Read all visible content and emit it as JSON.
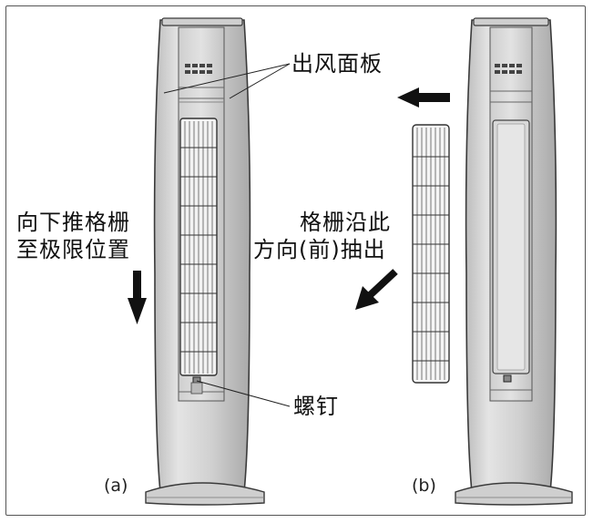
{
  "labels": {
    "outlet_panel": "出风面板",
    "push_grille_line1": "向下推格栅",
    "push_grille_line2": "至极限位置",
    "pull_grille_line1": "格栅沿此",
    "pull_grille_line2": "方向(前)抽出",
    "screw": "螺钉",
    "sub_a": "(a)",
    "sub_b": "(b)"
  },
  "colors": {
    "outline": "#3a3a3a",
    "body_fill": "#d6d6d6",
    "arrow": "#111111"
  }
}
